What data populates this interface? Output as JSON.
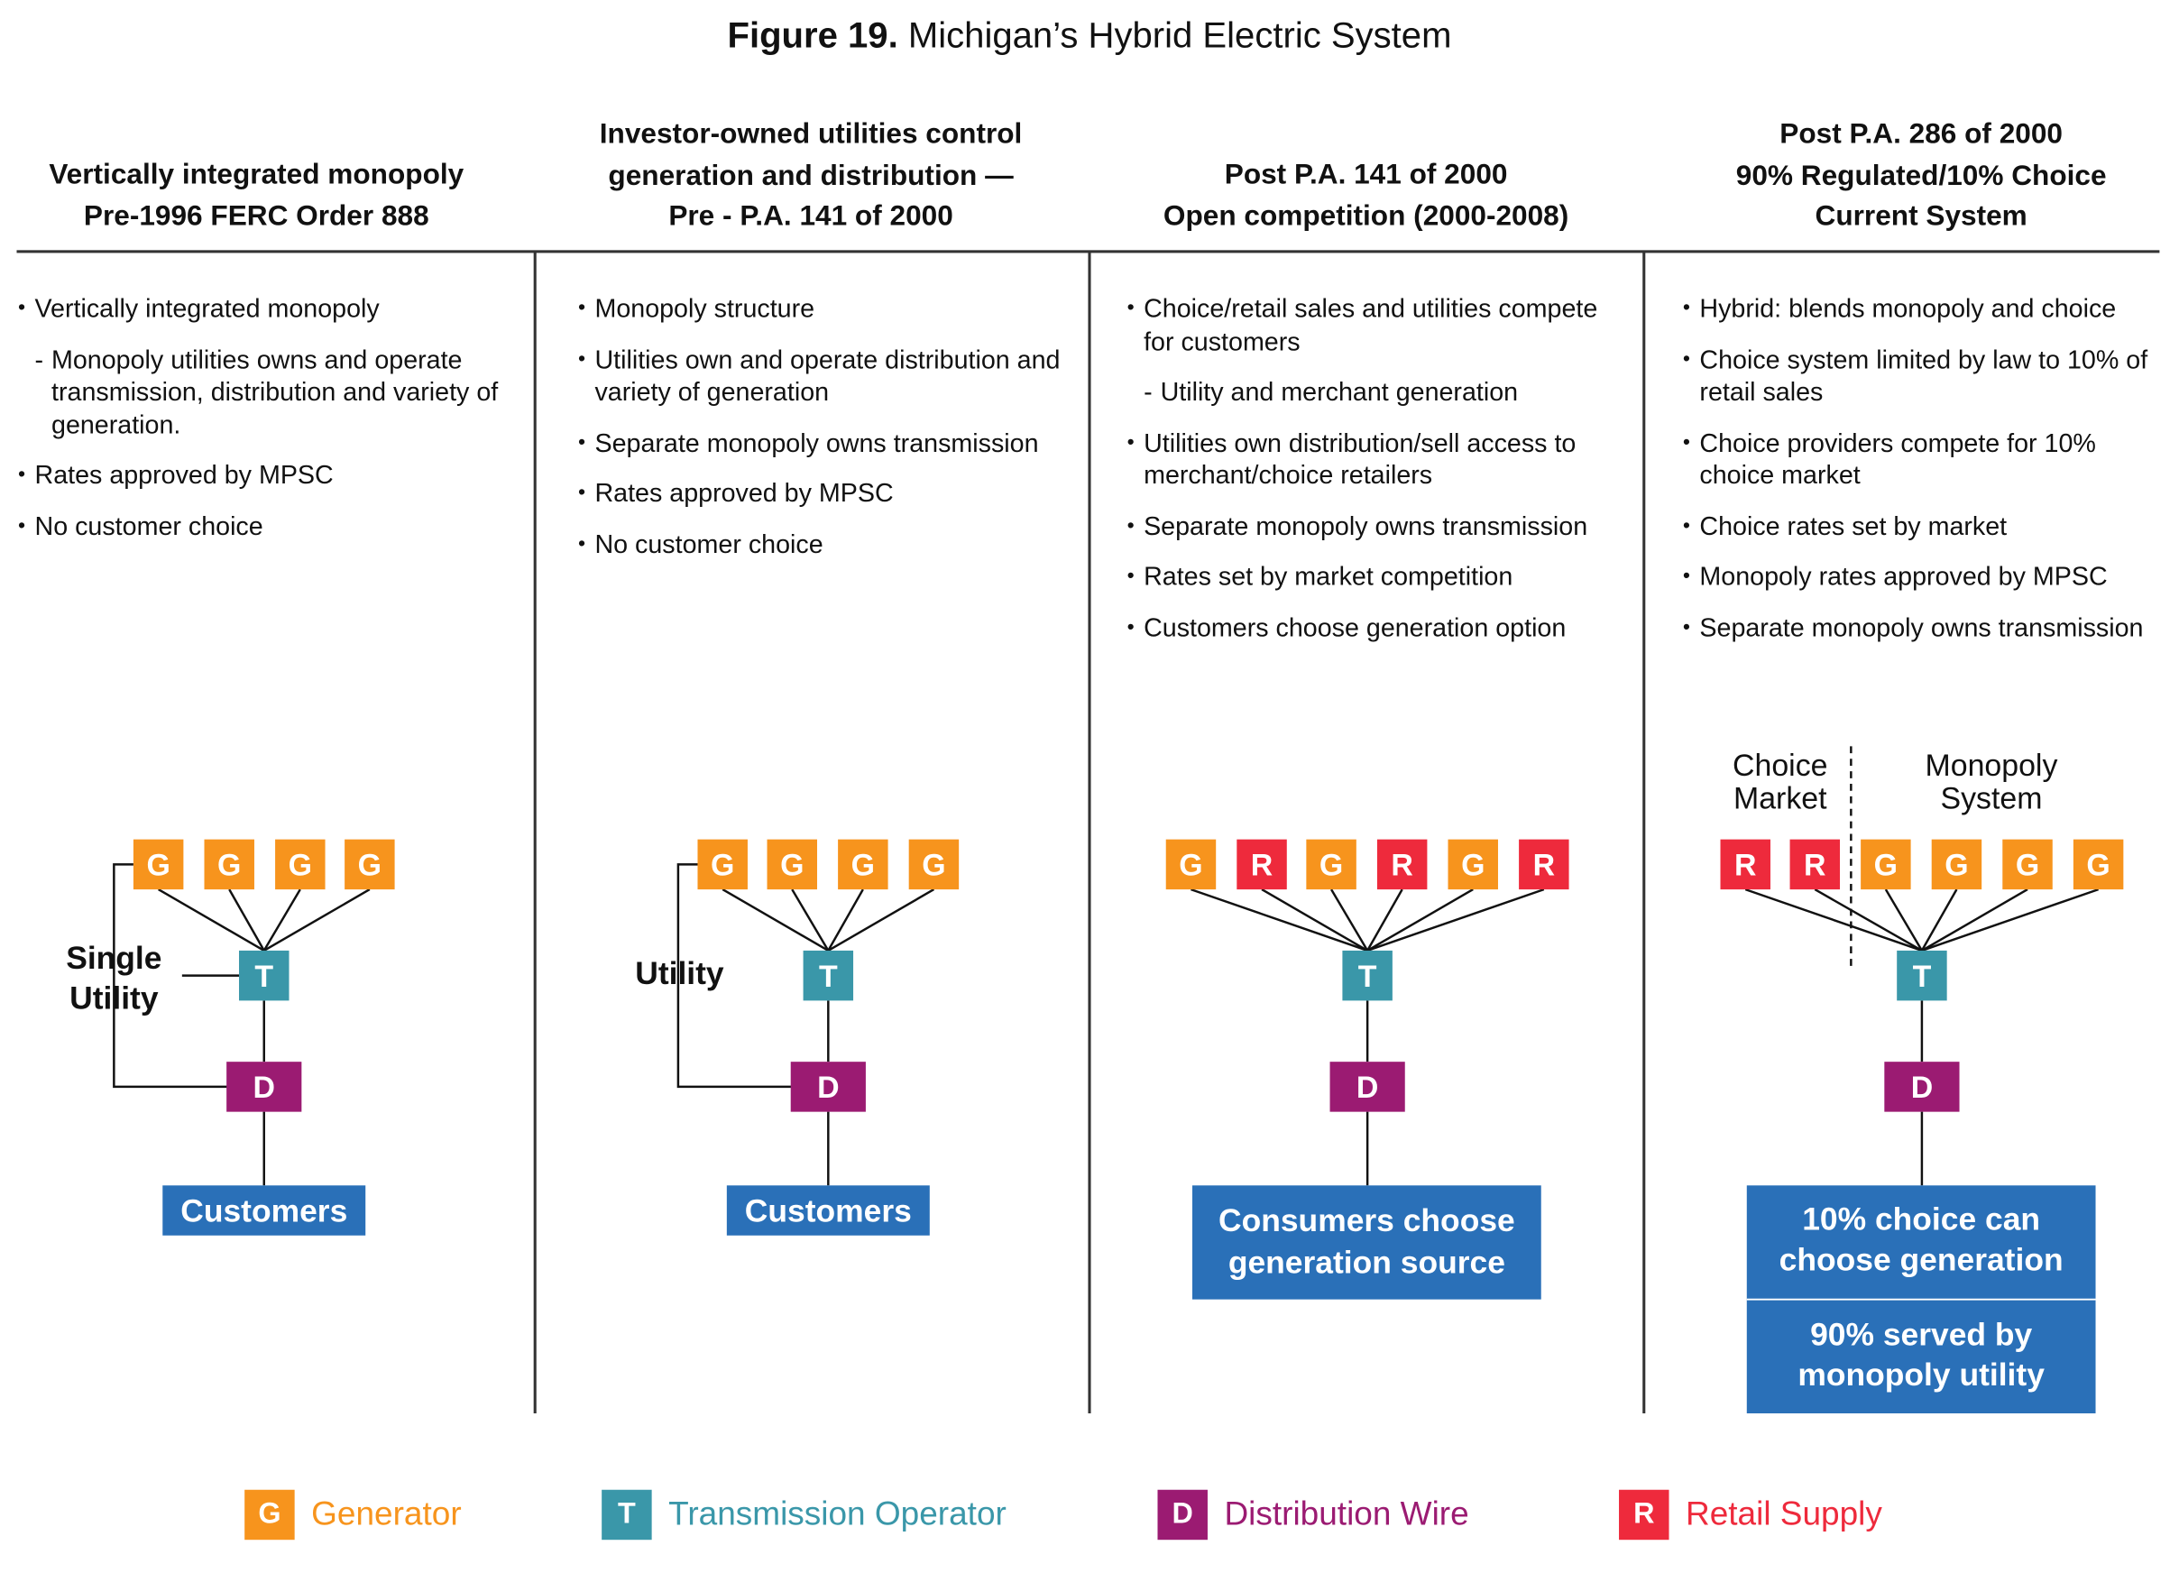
{
  "title": {
    "bold": "Figure 19.",
    "rest": " Michigan’s Hybrid Electric System"
  },
  "colors": {
    "generator": "#F7941D",
    "transmission": "#3A97A9",
    "distribution": "#9B1B72",
    "retail": "#EE2A3C",
    "customer_box": "#2A70B8"
  },
  "columns": [
    {
      "header": [
        "Vertically integrated monopoly",
        "Pre-1996 FERC Order 888"
      ],
      "bullets": [
        {
          "text": "Vertically integrated monopoly",
          "sub": false
        },
        {
          "text": "Monopoly utilities owns and operate transmission, distribution and variety of generation.",
          "sub": true
        },
        {
          "text": "Rates approved by MPSC",
          "sub": false
        },
        {
          "text": "No customer choice",
          "sub": false
        }
      ],
      "side_label": [
        "Single",
        "Utility"
      ],
      "sources": [
        "G",
        "G",
        "G",
        "G"
      ],
      "box": [
        "Customers"
      ]
    },
    {
      "header": [
        "Investor-owned utilities control",
        "generation and distribution —",
        "Pre - P.A. 141 of 2000"
      ],
      "bullets": [
        {
          "text": "Monopoly structure",
          "sub": false
        },
        {
          "text": "Utilities own and operate distribution and variety of generation",
          "sub": false
        },
        {
          "text": "Separate monopoly owns transmission",
          "sub": false
        },
        {
          "text": "Rates approved by MPSC",
          "sub": false
        },
        {
          "text": "No customer choice",
          "sub": false
        }
      ],
      "side_label": [
        "Utility"
      ],
      "sources": [
        "G",
        "G",
        "G",
        "G"
      ],
      "box": [
        "Customers"
      ]
    },
    {
      "header": [
        "Post P.A. 141 of 2000",
        "Open competition (2000-2008)"
      ],
      "bullets": [
        {
          "text": "Choice/retail sales and utilities compete for customers",
          "sub": false
        },
        {
          "text": "Utility and merchant generation",
          "sub": true
        },
        {
          "text": "Utilities own distribution/sell access to merchant/choice retailers",
          "sub": false
        },
        {
          "text": "Separate monopoly owns transmission",
          "sub": false
        },
        {
          "text": "Rates set by market competition",
          "sub": false
        },
        {
          "text": "Customers choose generation option",
          "sub": false
        }
      ],
      "side_label": [],
      "sources": [
        "G",
        "R",
        "G",
        "R",
        "G",
        "R"
      ],
      "box": [
        "Consumers choose generation source"
      ]
    },
    {
      "header": [
        "Post P.A. 286 of 2000",
        "90% Regulated/10% Choice",
        "Current System"
      ],
      "bullets": [
        {
          "text": "Hybrid: blends monopoly and choice",
          "sub": false
        },
        {
          "text": "Choice system limited by law to 10% of retail sales",
          "sub": false
        },
        {
          "text": "Choice providers compete for 10% choice market",
          "sub": false
        },
        {
          "text": "Choice rates set by market",
          "sub": false
        },
        {
          "text": "Monopoly rates approved by MPSC",
          "sub": false
        },
        {
          "text": "Separate monopoly owns transmission",
          "sub": false
        }
      ],
      "market_labels": {
        "left": [
          "Choice",
          "Market"
        ],
        "right": [
          "Monopoly",
          "System"
        ]
      },
      "sources": [
        "R",
        "R",
        "G",
        "G",
        "G",
        "G"
      ],
      "box": [
        "10% choice can choose generation",
        "90% served by monopoly utility"
      ]
    }
  ],
  "node_labels": {
    "transmission": "T",
    "distribution": "D"
  },
  "legend": [
    {
      "letter": "G",
      "label": "Generator",
      "color": "#F7941D"
    },
    {
      "letter": "T",
      "label": "Transmission Operator",
      "color": "#3A97A9"
    },
    {
      "letter": "D",
      "label": "Distribution Wire",
      "color": "#9B1B72"
    },
    {
      "letter": "R",
      "label": "Retail Supply",
      "color": "#EE2A3C"
    }
  ]
}
